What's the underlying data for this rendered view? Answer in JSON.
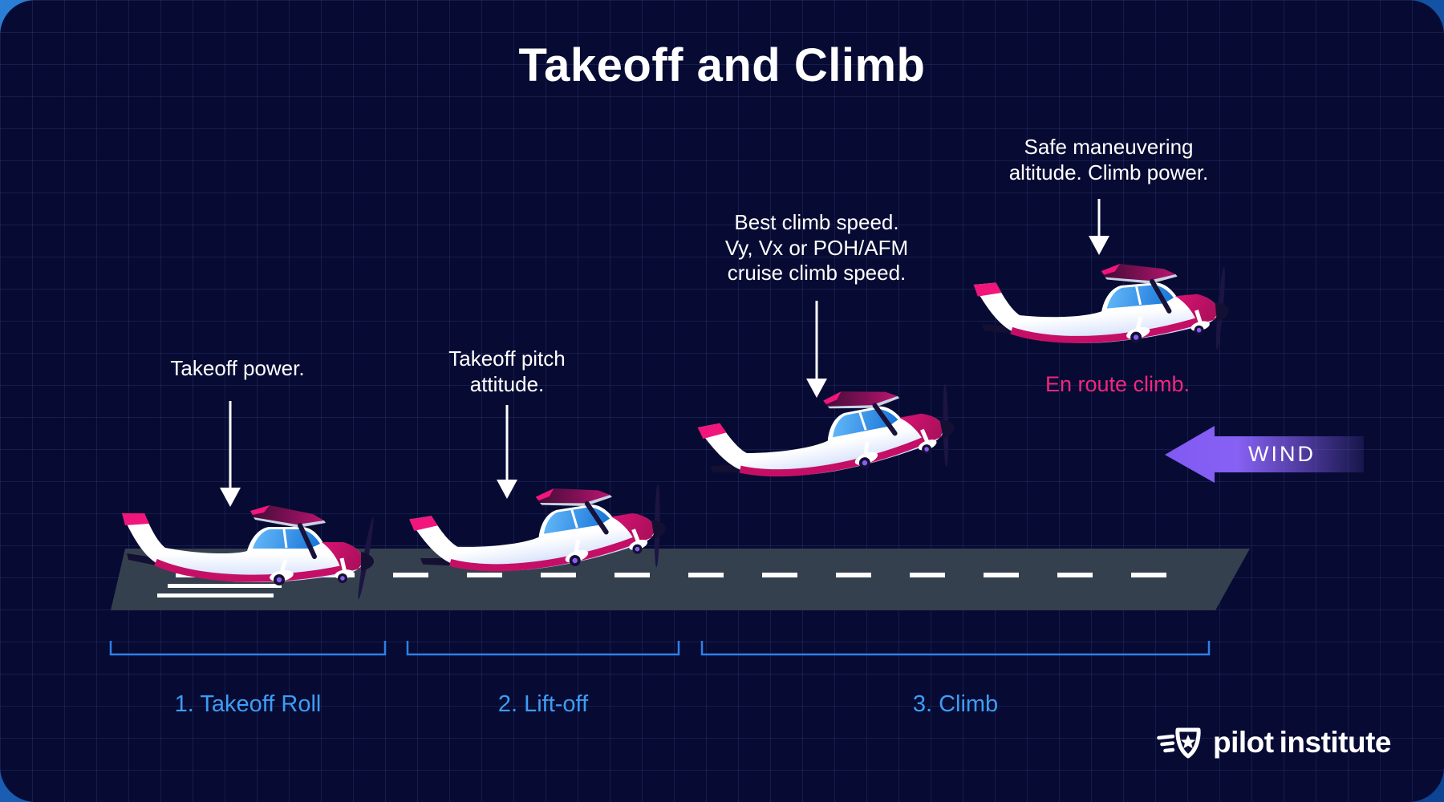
{
  "title": "Takeoff and Climb",
  "colors": {
    "panel_background": "#070b33",
    "corner_backdrop_blue": "#1e6bc8",
    "accent_pink": "#f0167c",
    "en_route_pink": "#f2267e",
    "stage_label_blue": "#3d9df5",
    "bracket_blue": "#2f7fe8",
    "wind_purple": "#8159f2",
    "runway_gray": "#35404f",
    "text_white": "#ffffff"
  },
  "annotations": [
    {
      "id": "takeoff-power",
      "lines": [
        "Takeoff power."
      ]
    },
    {
      "id": "takeoff-pitch",
      "lines": [
        "Takeoff pitch",
        "attitude."
      ]
    },
    {
      "id": "best-climb",
      "lines": [
        "Best climb speed.",
        "Vy, Vx or POH/AFM",
        "cruise climb speed."
      ]
    },
    {
      "id": "safe-altitude",
      "lines": [
        "Safe maneuvering",
        "altitude. Climb power."
      ]
    }
  ],
  "en_route_label": "En route climb.",
  "wind": {
    "label": "WIND"
  },
  "stages": [
    {
      "label": "1. Takeoff Roll"
    },
    {
      "label": "2. Lift-off"
    },
    {
      "label": "3. Climb"
    }
  ],
  "logo": {
    "pilot": "pilot",
    "institute": "institute"
  }
}
